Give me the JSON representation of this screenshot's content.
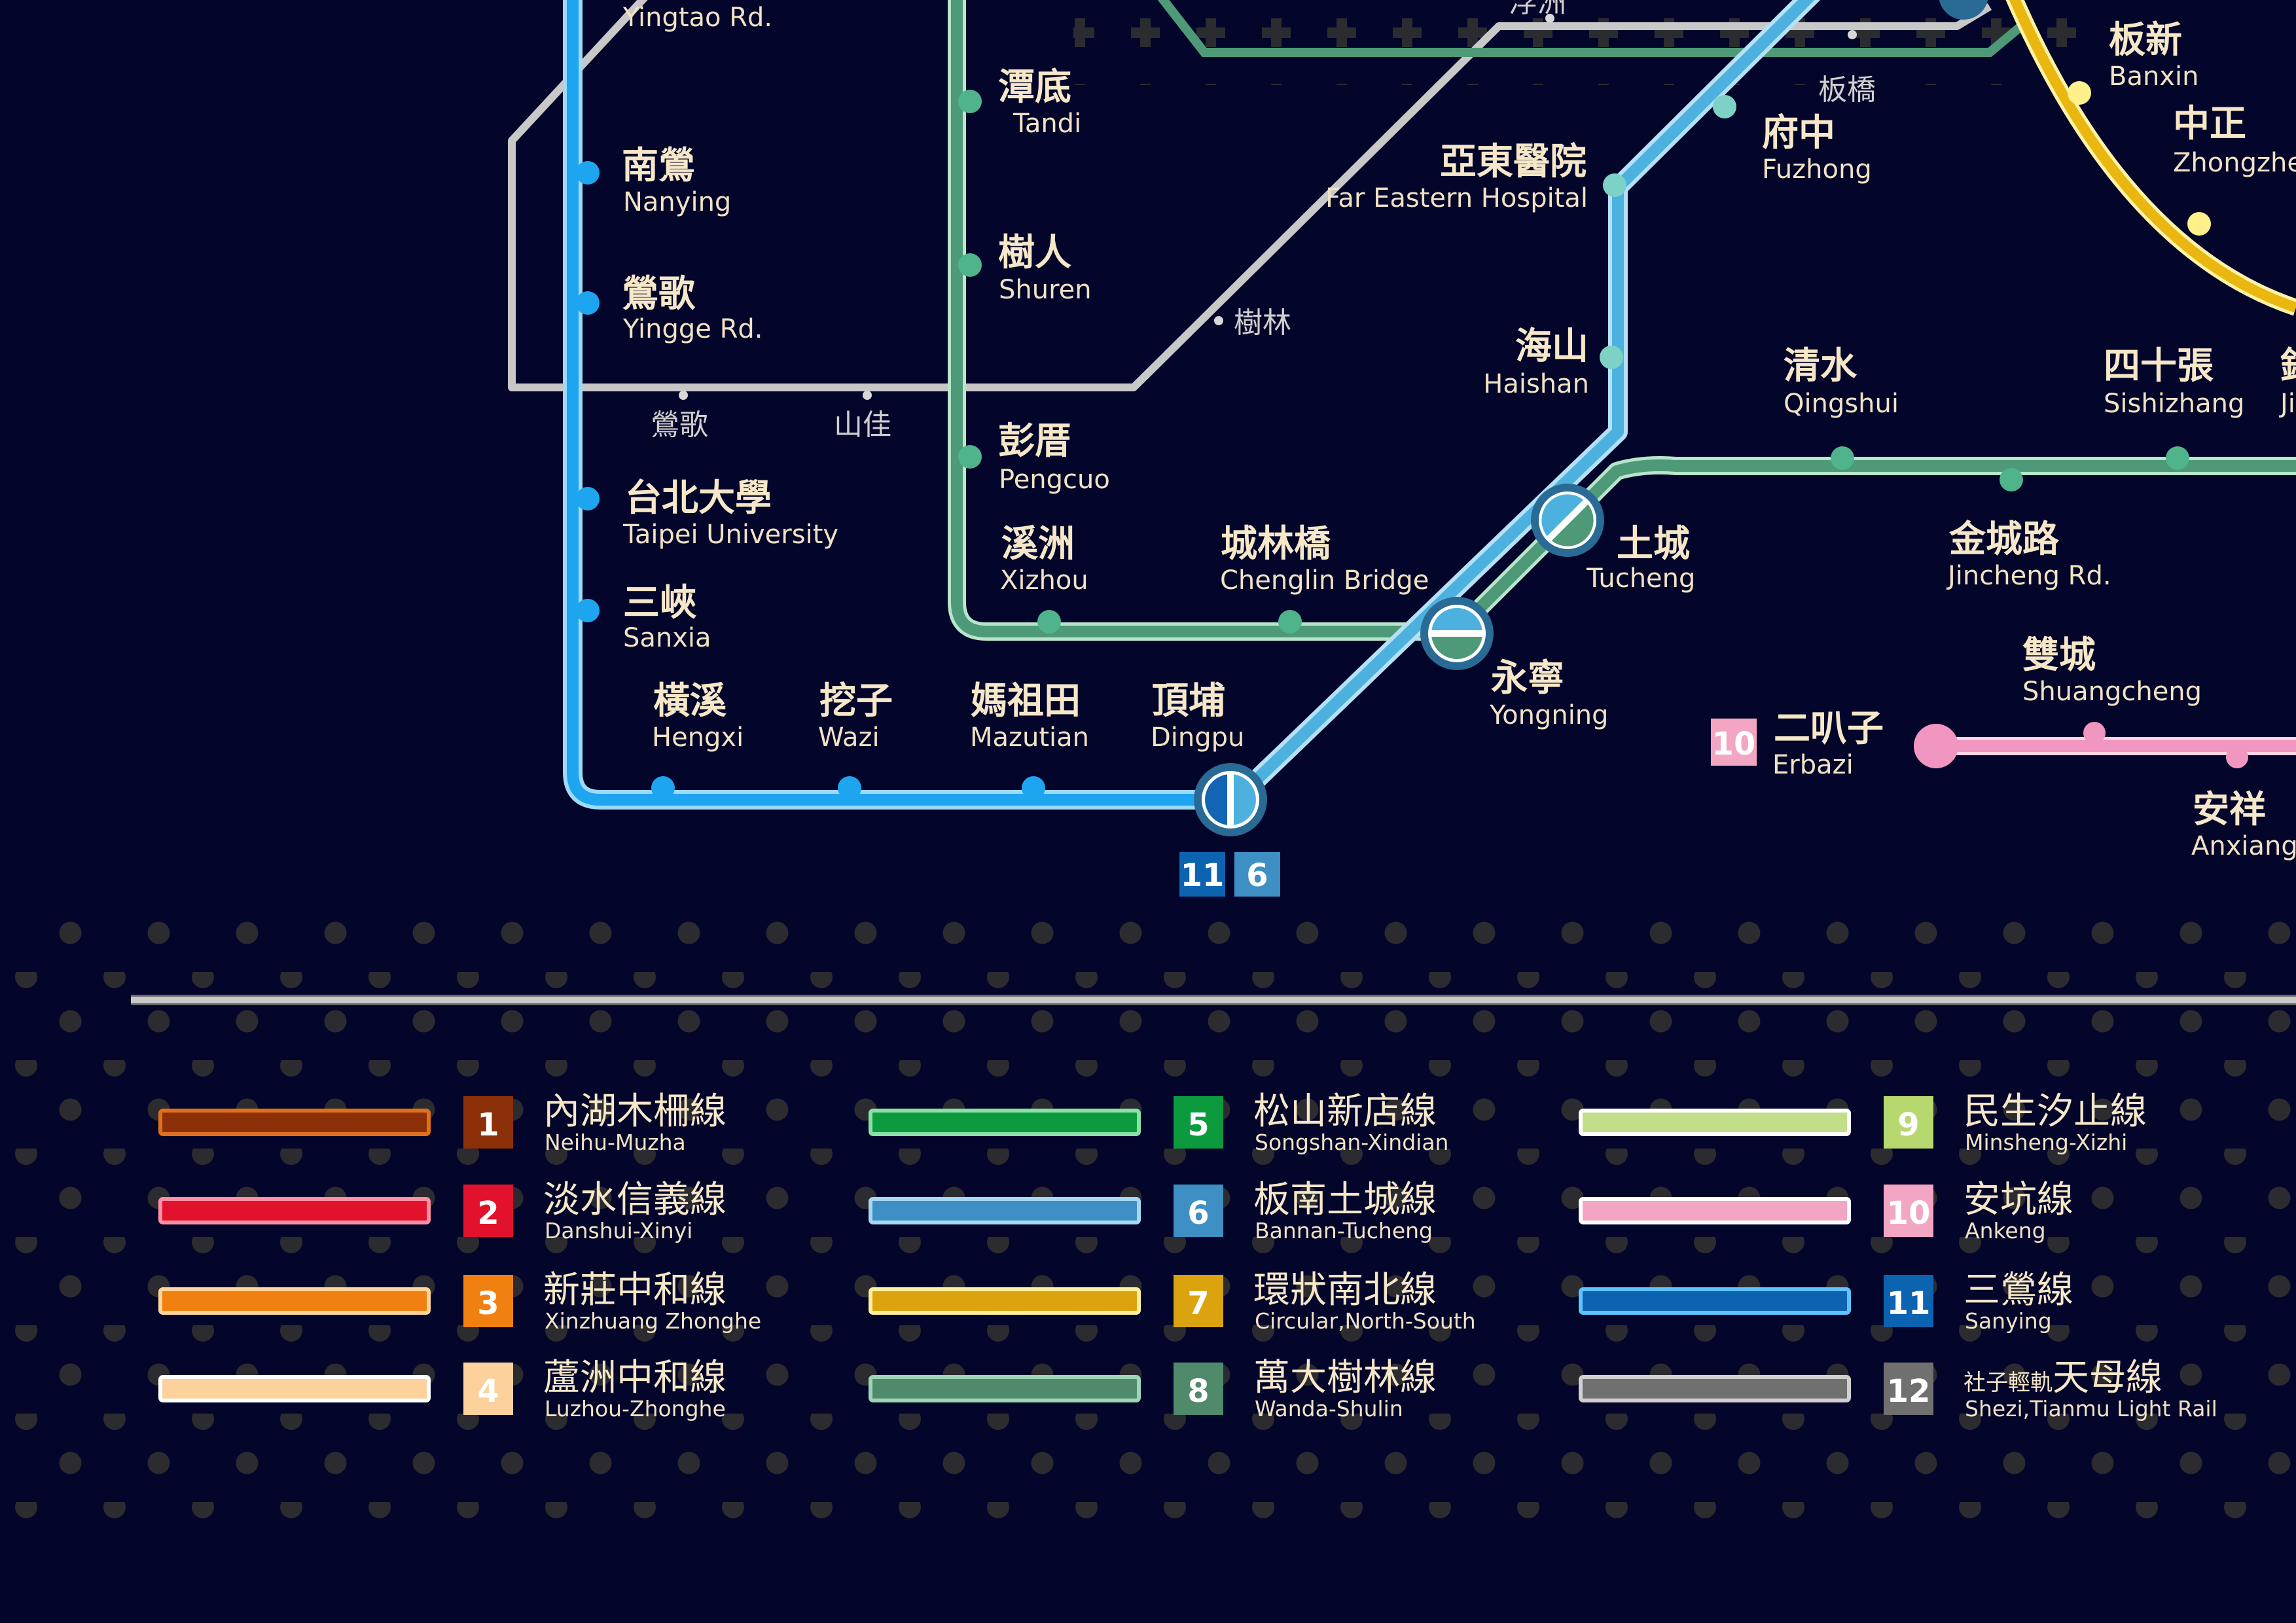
{
  "map": {
    "stations": {
      "yingtao": {
        "en": "Yingtao Rd."
      },
      "nanying": {
        "zh": "南鶯",
        "en": "Nanying"
      },
      "yingge": {
        "zh": "鶯歌",
        "en": "Yingge Rd."
      },
      "yingge_lr": {
        "zh": "鶯歌"
      },
      "shanjia": {
        "zh": "山佳"
      },
      "taipei_univ": {
        "zh": "台北大學",
        "en": "Taipei University"
      },
      "sanxia": {
        "zh": "三峽",
        "en": "Sanxia"
      },
      "hengxi": {
        "zh": "橫溪",
        "en": "Hengxi"
      },
      "wazi": {
        "zh": "挖子",
        "en": "Wazi"
      },
      "mazutian": {
        "zh": "媽祖田",
        "en": "Mazutian"
      },
      "dingpu": {
        "zh": "頂埔",
        "en": "Dingpu"
      },
      "tandi": {
        "zh": "潭底",
        "en": "Tandi"
      },
      "shuren": {
        "zh": "樹人",
        "en": "Shuren"
      },
      "pengcuo": {
        "zh": "彭厝",
        "en": "Pengcuo"
      },
      "xizhou": {
        "zh": "溪洲",
        "en": "Xizhou"
      },
      "chenglin": {
        "zh": "城林橋",
        "en": "Chenglin Bridge"
      },
      "shulin": {
        "zh": "樹林"
      },
      "fuzhou": {
        "zh": "浮洲"
      },
      "far_eastern": {
        "zh": "亞東醫院",
        "en": "Far Eastern Hospital"
      },
      "haishan": {
        "zh": "海山",
        "en": "Haishan"
      },
      "tucheng": {
        "zh": "土城",
        "en": "Tucheng"
      },
      "yongning": {
        "zh": "永寧",
        "en": "Yongning"
      },
      "banqiao": {
        "zh": "板橋"
      },
      "fuzhong": {
        "zh": "府中",
        "en": "Fuzhong"
      },
      "banxin": {
        "zh": "板新",
        "en": "Banxin"
      },
      "zhongzheng": {
        "zh": "中正",
        "en": "Zhongzheng"
      },
      "qingshui": {
        "zh": "清水",
        "en": "Qingshui"
      },
      "sishizhang": {
        "zh": "四十張",
        "en": "Sishizhang"
      },
      "jincheng": {
        "zh": "金城路",
        "en": "Jincheng Rd."
      },
      "shuangcheng": {
        "zh": "雙城",
        "en": "Shuangcheng"
      },
      "erbazi": {
        "zh": "二叭子",
        "en": "Erbazi",
        "line_badge": "10"
      },
      "anxiang": {
        "zh": "安祥",
        "en": "Anxiang"
      },
      "edge_partial": {
        "zh": "錦",
        "en": "Ji"
      }
    },
    "badges": {
      "dingpu_line11": "11",
      "dingpu_line6": "6"
    }
  },
  "legend": {
    "lines": [
      {
        "num": "1",
        "zh": "內湖木柵線",
        "en": "Neihu-Muzha",
        "color": "#8b3009",
        "badge_color": "#8b3009",
        "stroke": "#e0701c"
      },
      {
        "num": "2",
        "zh": "淡水信義線",
        "en": "Danshui-Xinyi",
        "color": "#e2122c",
        "badge_color": "#e2122c",
        "stroke": "#ff8fa5"
      },
      {
        "num": "3",
        "zh": "新莊中和線",
        "en": "Xinzhuang Zhonghe",
        "color": "#f08010",
        "badge_color": "#f08010",
        "stroke": "#ffd59a"
      },
      {
        "num": "4",
        "zh": "蘆洲中和線",
        "en": "Luzhou-Zhonghe",
        "color": "#fcd19c",
        "badge_color": "#fcd19c",
        "stroke": "#ffffff"
      },
      {
        "num": "5",
        "zh": "松山新店線",
        "en": "Songshan-Xindian",
        "color": "#0c9a3e",
        "badge_color": "#0c9a3e",
        "stroke": "#8be0a8"
      },
      {
        "num": "6",
        "zh": "板南土城線",
        "en": "Bannan-Tucheng",
        "color": "#3d8fc4",
        "badge_color": "#3d8fc4",
        "stroke": "#a6d7f3"
      },
      {
        "num": "7",
        "zh": "環狀南北線",
        "en": "Circular,North-South",
        "color": "#dba40e",
        "badge_color": "#dba40e",
        "stroke": "#fff0a0"
      },
      {
        "num": "8",
        "zh": "萬大樹林線",
        "en": "Wanda-Shulin",
        "color": "#4f8a6a",
        "badge_color": "#4f8a6a",
        "stroke": "#9fd4b6"
      },
      {
        "num": "9",
        "zh": "民生汐止線",
        "en": "Minsheng-Xizhi",
        "color": "#c2de8a",
        "badge_color": "#b6d86e",
        "stroke": "#ffffff"
      },
      {
        "num": "10",
        "zh": "安坑線",
        "en": "Ankeng",
        "color": "#f3a6c4",
        "badge_color": "#f3a6c4",
        "stroke": "#ffffff"
      },
      {
        "num": "11",
        "zh": "三鶯線",
        "en": "Sanying",
        "color": "#0c63b0",
        "badge_color": "#0c63b0",
        "stroke": "#5fc3ff"
      },
      {
        "num": "12",
        "zh": "天母線",
        "zh_small": "社子輕軌",
        "en": "Shezi,Tianmu Light Rail",
        "color": "#707070",
        "badge_color": "#707070",
        "stroke": "#d0d0d0"
      }
    ]
  },
  "colors": {
    "background": "#04052a",
    "line_11": "#1ea5f0",
    "line_6": "#4db1e0",
    "line_8": "#4e9a78",
    "line_12": "#c8c8c8",
    "line_7": "#e9b710",
    "line_10": "#f196c0"
  }
}
